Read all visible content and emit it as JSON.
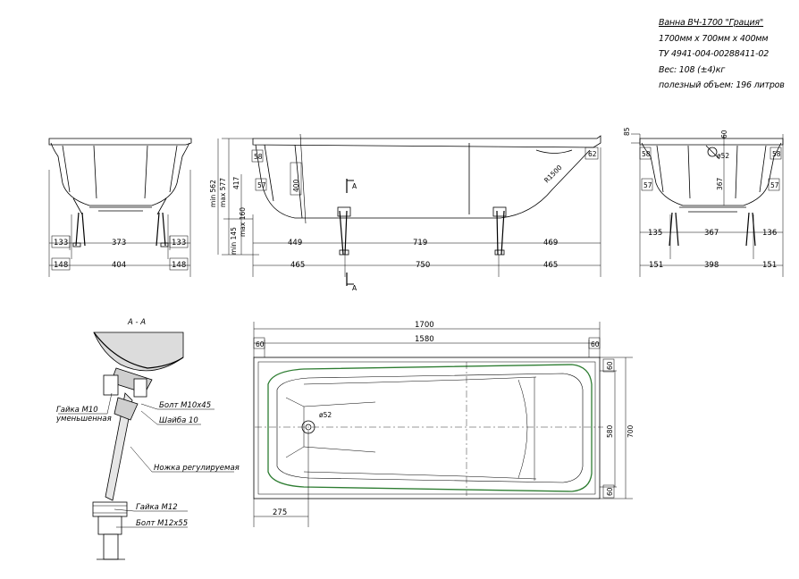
{
  "title_block": {
    "line1": "Ванна ВЧ-1700 \"Грация\"",
    "line2": "1700мм х 700мм х 400мм",
    "line3": "ТУ 4941-004-00288411-02",
    "line4": "Вес: 108 (±4)кг",
    "line5": "полезный объем: 196 литров"
  },
  "left_view": {
    "d_inner": "133",
    "d_mid": "373",
    "d_inner2": "133",
    "d_outer_l": "148",
    "d_outer_mid": "404",
    "d_outer_r": "148"
  },
  "front_view": {
    "h_min": "min 562",
    "h_max": "max 577",
    "h_417": "417",
    "h_min145": "min 145",
    "h_max160": "max 160",
    "d_58": "58",
    "d_400": "400",
    "d_57": "57",
    "d_62": "62",
    "d_r1500": "R1500",
    "d_449": "449",
    "d_719": "719",
    "d_469": "469",
    "d_465a": "465",
    "d_750": "750",
    "d_465b": "465",
    "section_mark": "A"
  },
  "right_view": {
    "d_85": "85",
    "d_60": "60",
    "d_phi52": "ø52",
    "d_58a": "58",
    "d_58b": "58",
    "d_367v": "367",
    "d_57": "57",
    "d_57b": "57",
    "d_135": "135",
    "d_367": "367",
    "d_136": "136",
    "d_151a": "151",
    "d_398": "398",
    "d_151b": "151"
  },
  "section": {
    "title": "А - А",
    "nut_m10": "Гайка М10",
    "nut_m10_2": "уменьшенная",
    "bolt_m10": "Болт М10х45",
    "washer": "Шайба 10",
    "leg": "Ножка регулируемая",
    "nut_m12": "Гайка М12",
    "bolt_m12": "Болт М12х55"
  },
  "top_view": {
    "d_1700": "1700",
    "d_1580": "1580",
    "d_60a": "60",
    "d_60b": "60",
    "d_60c": "60",
    "d_60d": "60",
    "d_580": "580",
    "d_700": "700",
    "d_phi52": "ø52",
    "d_275": "275"
  }
}
